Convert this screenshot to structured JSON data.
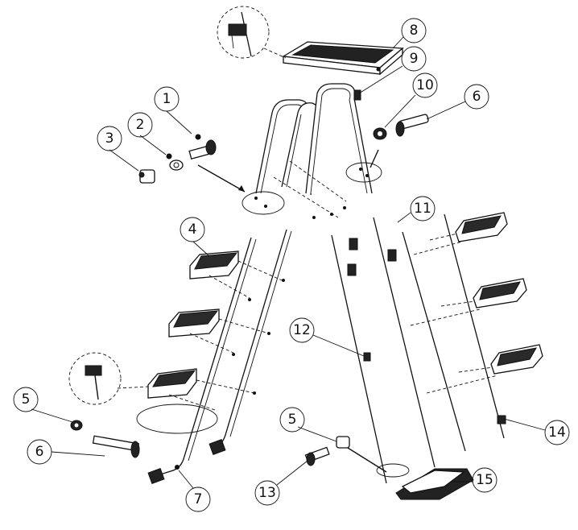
{
  "diagram": {
    "title": "",
    "callouts": [
      {
        "id": "c1",
        "label": "1"
      },
      {
        "id": "c2",
        "label": "2"
      },
      {
        "id": "c3",
        "label": "3"
      },
      {
        "id": "c4",
        "label": "4"
      },
      {
        "id": "c5a",
        "label": "5"
      },
      {
        "id": "c5b",
        "label": "5"
      },
      {
        "id": "c6a",
        "label": "6"
      },
      {
        "id": "c6b",
        "label": "6"
      },
      {
        "id": "c7",
        "label": "7"
      },
      {
        "id": "c8",
        "label": "8"
      },
      {
        "id": "c9",
        "label": "9"
      },
      {
        "id": "c10",
        "label": "10"
      },
      {
        "id": "c11",
        "label": "11"
      },
      {
        "id": "c12",
        "label": "12"
      },
      {
        "id": "c13",
        "label": "13"
      },
      {
        "id": "c14",
        "label": "14"
      },
      {
        "id": "c15",
        "label": "15"
      }
    ]
  }
}
